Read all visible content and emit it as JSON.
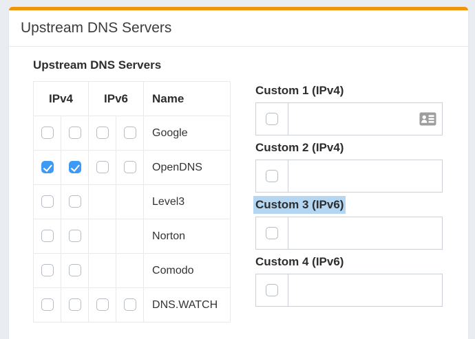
{
  "colors": {
    "page_bg": "#e9edf2",
    "accent": "#f0940c",
    "checkbox_checked": "#3d9af5",
    "selection_highlight": "#b3d7f2"
  },
  "window": {
    "title": "Upstream DNS Servers"
  },
  "section": {
    "heading": "Upstream DNS Servers"
  },
  "dns_table": {
    "col_ipv4": "IPv4",
    "col_ipv6": "IPv6",
    "col_name": "Name",
    "rows": [
      {
        "name": "Google",
        "v4a": false,
        "v4b": false,
        "v6a": false,
        "v6b": false
      },
      {
        "name": "OpenDNS",
        "v4a": true,
        "v4b": true,
        "v6a": false,
        "v6b": false
      },
      {
        "name": "Level3",
        "v4a": false,
        "v4b": false
      },
      {
        "name": "Norton",
        "v4a": false,
        "v4b": false
      },
      {
        "name": "Comodo",
        "v4a": false,
        "v4b": false
      },
      {
        "name": "DNS.WATCH",
        "v4a": false,
        "v4b": false,
        "v6a": false,
        "v6b": false
      }
    ]
  },
  "custom_fields": [
    {
      "label": "Custom 1 (IPv4)",
      "value": "",
      "checked": false,
      "selected": false
    },
    {
      "label": "Custom 2 (IPv4)",
      "value": "",
      "checked": false,
      "selected": false
    },
    {
      "label": "Custom 3 (IPv6)",
      "value": "",
      "checked": false,
      "selected": true
    },
    {
      "label": "Custom 4 (IPv6)",
      "value": "",
      "checked": false,
      "selected": false
    }
  ]
}
